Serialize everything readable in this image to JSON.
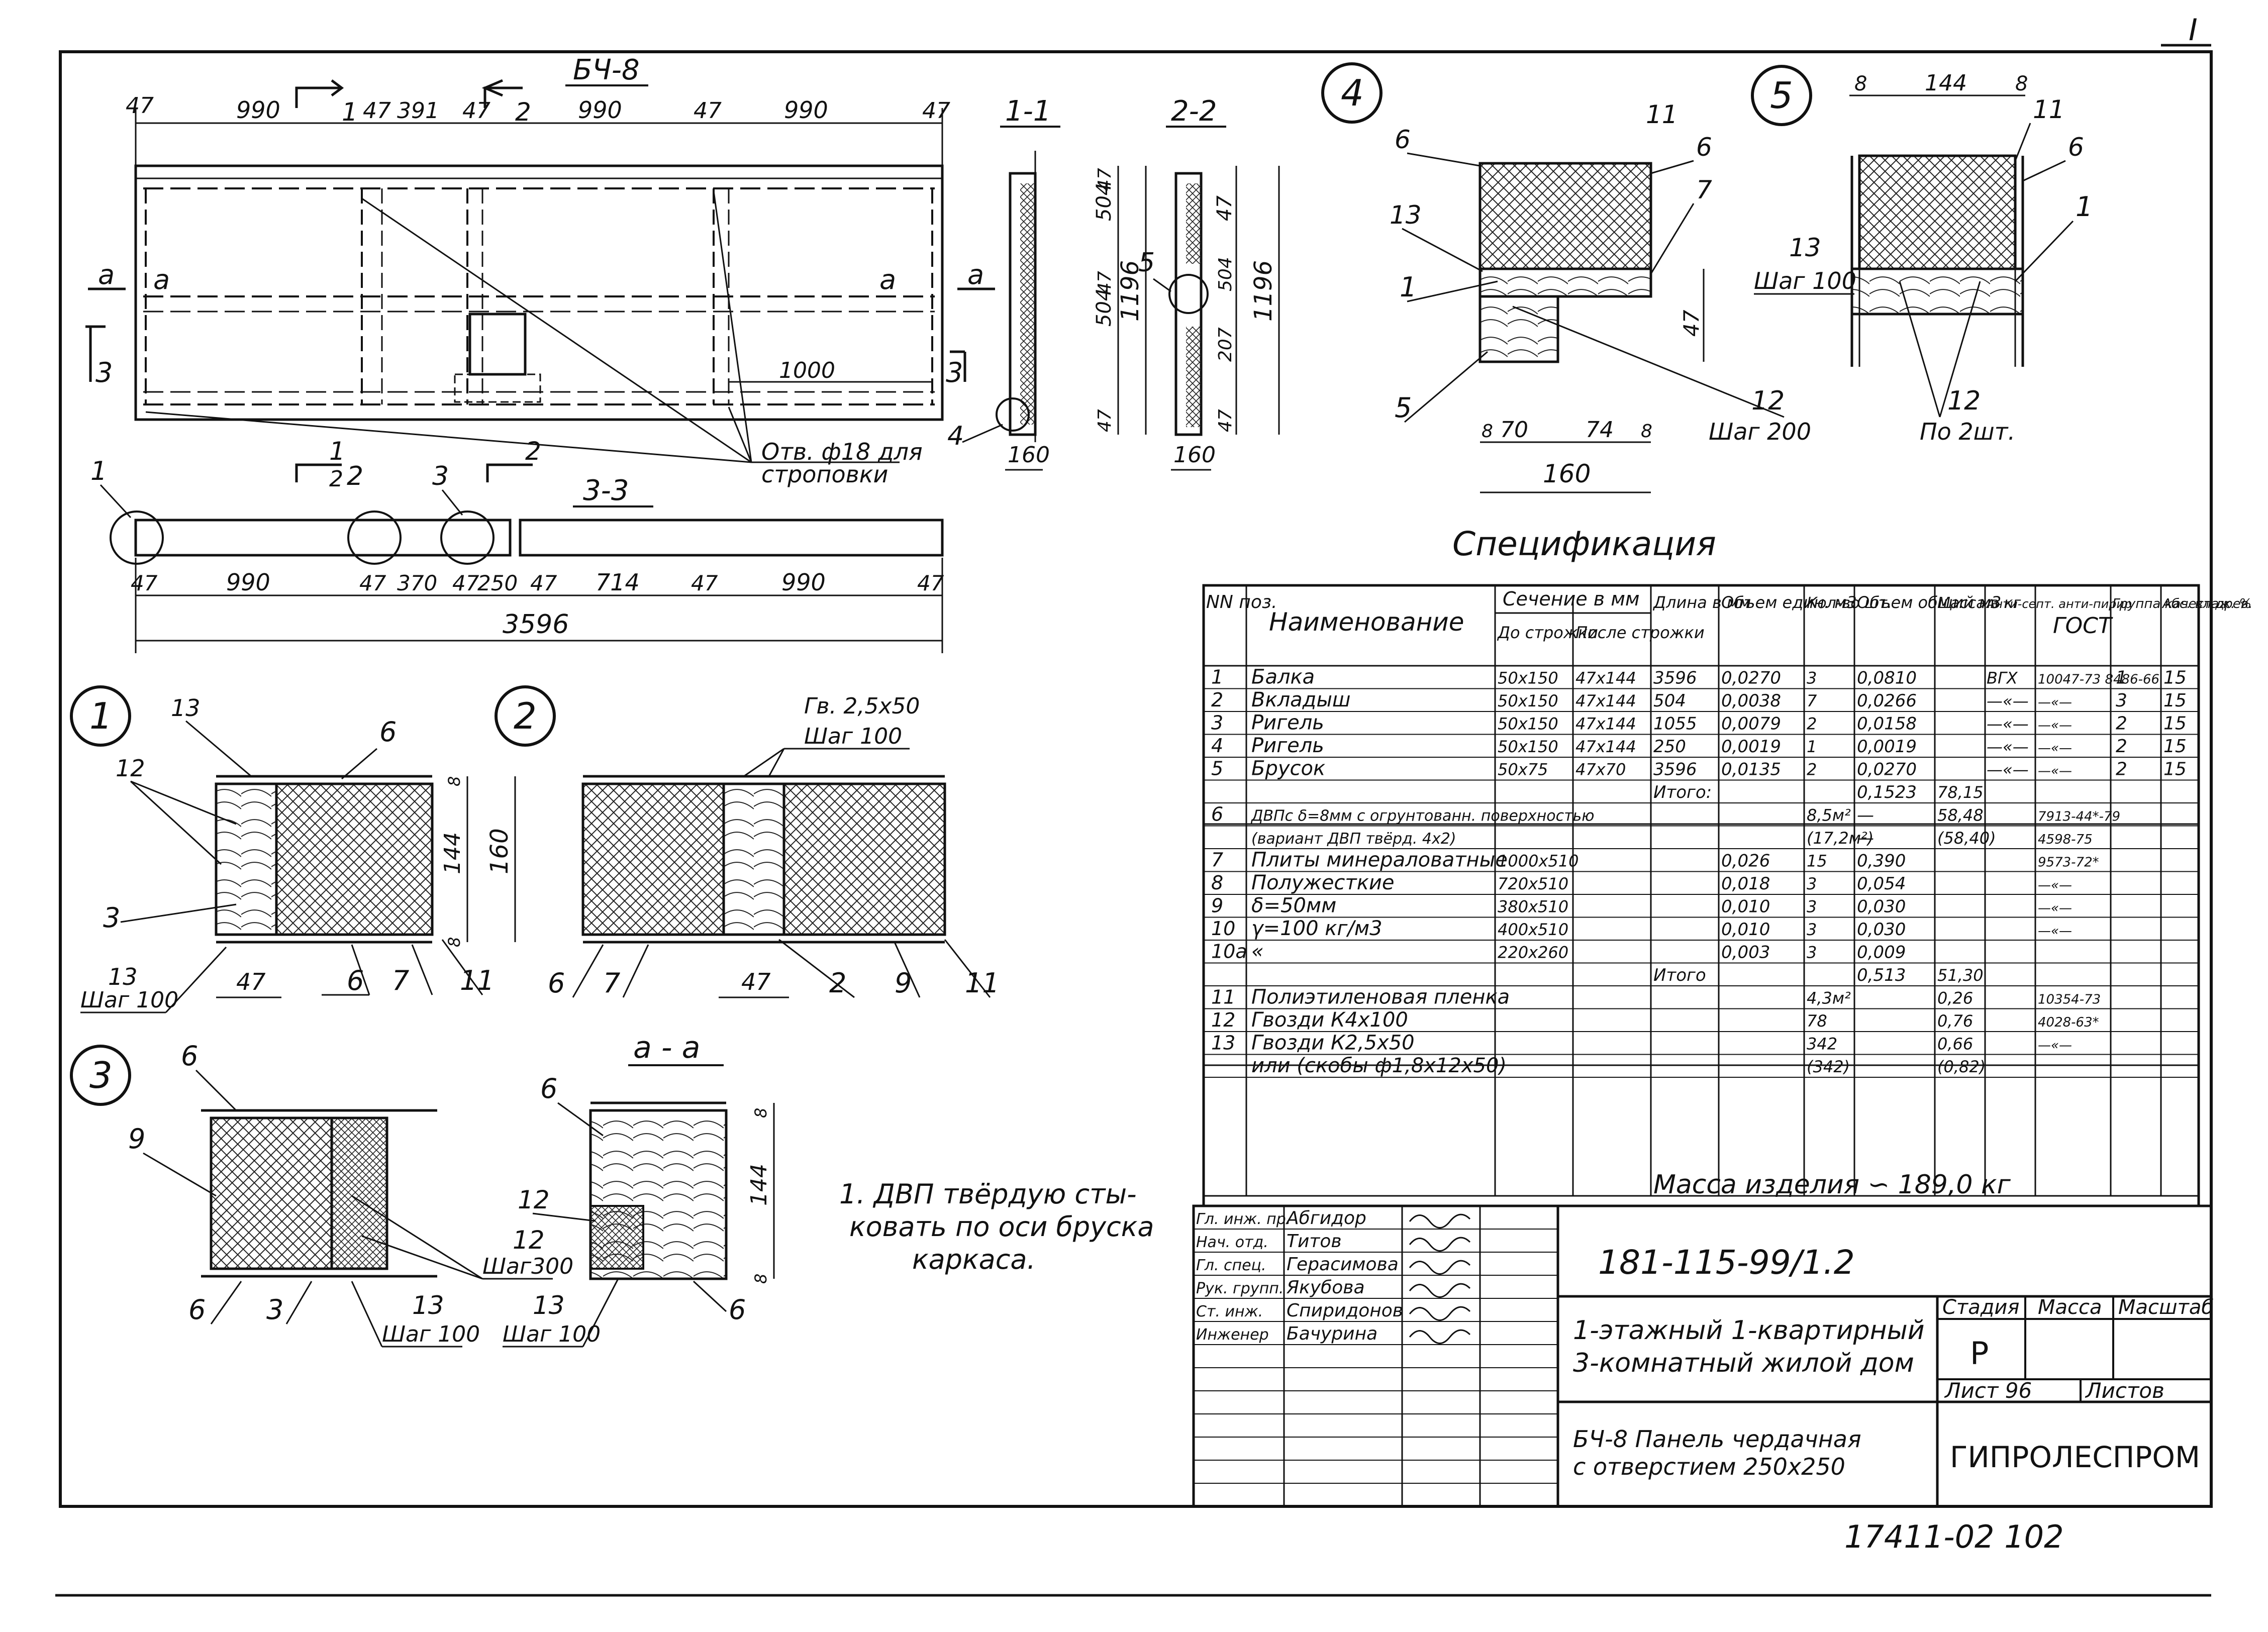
{
  "sheet": {
    "corner_mark": "I",
    "archive_number": "17411-02  102"
  },
  "elevation": {
    "title": "БЧ-8",
    "top_dims": [
      "47",
      "990",
      "47",
      "391",
      "47",
      "990",
      "47",
      "990",
      "47"
    ],
    "cut_marks": [
      "1",
      "2",
      "3",
      "а",
      "а",
      "3"
    ],
    "inner_dim": "1000",
    "hole_note_1": "Отв. ф18 для",
    "hole_note_2": "строповки",
    "cut_1_label": "1",
    "cut_1_sub": "2",
    "cut_2_label": "2",
    "callout_left": "1",
    "callout_mid": "2",
    "callout_right": "3"
  },
  "section_33": {
    "title": "3-3",
    "bottom_dims": [
      "47",
      "990",
      "47",
      "370",
      "47",
      "250",
      "47",
      "714",
      "47",
      "990",
      "47"
    ],
    "total": "3596"
  },
  "section_11": {
    "title": "1-1",
    "dims": [
      "47",
      "504",
      "47",
      "504",
      "47",
      "47"
    ],
    "total": "1196",
    "width": "160",
    "callout": "4"
  },
  "section_22": {
    "title": "2-2",
    "dims": [
      "47",
      "504",
      "47",
      "47",
      "207",
      "47",
      "47"
    ],
    "total": "1196",
    "width": "160",
    "callout": "5"
  },
  "detail_4": {
    "badge": "4",
    "labels": [
      "11",
      "6",
      "6",
      "7",
      "13",
      "1",
      "5",
      "12"
    ],
    "step": "Шаг 200",
    "dims": [
      "8",
      "70",
      "74",
      "8"
    ],
    "width": "160",
    "height": "47"
  },
  "detail_5": {
    "badge": "5",
    "top_dims": [
      "8",
      "144",
      "8"
    ],
    "labels": [
      "11",
      "6",
      "1",
      "13",
      "12"
    ],
    "step": "Шаг 100",
    "bottom_note": "По 2шт."
  },
  "detail_1": {
    "badge": "1",
    "labels": [
      "13",
      "12",
      "6",
      "3",
      "13",
      "6",
      "7",
      "11"
    ],
    "step": "Шаг 100",
    "dims": [
      "144",
      "160",
      "47",
      "8",
      "8"
    ]
  },
  "detail_2": {
    "badge": "2",
    "nail_note": "Гв. 2,5х50",
    "step": "Шаг 100",
    "labels": [
      "6",
      "7",
      "47",
      "2",
      "9",
      "11"
    ]
  },
  "detail_3": {
    "badge": "3",
    "labels": [
      "6",
      "9",
      "12",
      "6",
      "3",
      "13"
    ],
    "step_a": "Шаг300",
    "step_b": "Шаг 100"
  },
  "detail_aa": {
    "title": "а - а",
    "labels": [
      "6",
      "12",
      "13",
      "6"
    ],
    "step": "Шаг 100",
    "dims": [
      "8",
      "144",
      "8"
    ]
  },
  "note": {
    "line1": "1. ДВП твёрдую сты-",
    "line2": "ковать по оси бруска",
    "line3": "каркаса."
  },
  "spec": {
    "title": "Спецификация",
    "headers": {
      "pos": "NN поз.",
      "name": "Наименование",
      "section": "Сечение в мм",
      "before": "До строжки",
      "after": "После строжки",
      "length": "Длина в мм",
      "unit_vol": "Объем един. м3",
      "qty": "Кол-во шт.",
      "total_vol": "Объем общий м3",
      "mass": "Масса в кг",
      "antisept": "Анти-септ. анти-пирир",
      "gost": "ГОСТ",
      "group": "Группа качест древ.",
      "moist": "Абс. влаж. %"
    },
    "rows": [
      [
        "1",
        "Балка",
        "50х150",
        "47х144",
        "3596",
        "0,0270",
        "3",
        "0,0810",
        "",
        "ВГХ",
        "10047-73 8486-66",
        "1",
        "15"
      ],
      [
        "2",
        "Вкладыш",
        "50х150",
        "47х144",
        "504",
        "0,0038",
        "7",
        "0,0266",
        "",
        "—«—",
        "—«—",
        "3",
        "15"
      ],
      [
        "3",
        "Ригель",
        "50х150",
        "47х144",
        "1055",
        "0,0079",
        "2",
        "0,0158",
        "",
        "—«—",
        "—«—",
        "2",
        "15"
      ],
      [
        "4",
        "Ригель",
        "50х150",
        "47х144",
        "250",
        "0,0019",
        "1",
        "0,0019",
        "",
        "—«—",
        "—«—",
        "2",
        "15"
      ],
      [
        "5",
        "Брусок",
        "50х75",
        "47х70",
        "3596",
        "0,0135",
        "2",
        "0,0270",
        "",
        "—«—",
        "—«—",
        "2",
        "15"
      ],
      [
        "",
        "",
        "",
        "",
        "Итого:",
        "",
        "",
        "0,1523",
        "78,15",
        "",
        "",
        "",
        ""
      ],
      [
        "6",
        "ДВПс δ=8мм с огрунтованн. поверхностью",
        "",
        "",
        "",
        "",
        "8,5м²",
        "—",
        "58,48",
        "",
        "7913-44*-79",
        "",
        ""
      ],
      [
        "",
        "(вариант ДВП твёрд. 4х2)",
        "",
        "",
        "",
        "",
        "(17,2м²)",
        "—",
        "(58,40)",
        "",
        "4598-75",
        "",
        ""
      ],
      [
        "7",
        "Плиты минераловатные",
        "1000х510",
        "",
        "",
        "0,026",
        "15",
        "0,390",
        "",
        "",
        "9573-72*",
        "",
        ""
      ],
      [
        "8",
        "Полужесткие",
        "720х510",
        "",
        "",
        "0,018",
        "3",
        "0,054",
        "",
        "",
        "—«—",
        "",
        ""
      ],
      [
        "9",
        "δ=50мм",
        "380х510",
        "",
        "",
        "0,010",
        "3",
        "0,030",
        "",
        "",
        "—«—",
        "",
        ""
      ],
      [
        "10",
        "γ=100 кг/м3",
        "400х510",
        "",
        "",
        "0,010",
        "3",
        "0,030",
        "",
        "",
        "—«—",
        "",
        ""
      ],
      [
        "10а",
        "«",
        "220х260",
        "",
        "",
        "0,003",
        "3",
        "0,009",
        "",
        "",
        "",
        "",
        ""
      ],
      [
        "",
        "",
        "",
        "",
        "Итого",
        "",
        "",
        "0,513",
        "51,30",
        "",
        "",
        "",
        ""
      ],
      [
        "11",
        "Полиэтиленовая пленка",
        "",
        "",
        "",
        "",
        "4,3м²",
        "",
        "0,26",
        "",
        "10354-73",
        "",
        ""
      ],
      [
        "12",
        "Гвозди К4х100",
        "",
        "",
        "",
        "",
        "78",
        "",
        "0,76",
        "",
        "4028-63*",
        "",
        ""
      ],
      [
        "13",
        "Гвозди К2,5х50",
        "",
        "",
        "",
        "",
        "342",
        "",
        "0,66",
        "",
        "—«—",
        "",
        ""
      ],
      [
        "",
        "или (скобы ф1,8х12х50)",
        "",
        "",
        "",
        "",
        "(342)",
        "",
        "(0,82)",
        "",
        "",
        "",
        ""
      ]
    ],
    "total_mass": "Масса изделия ∽ 189,0 кг"
  },
  "title_block": {
    "staff": [
      [
        "Гл. инж. пр.",
        "Абгидор"
      ],
      [
        "Нач. отд.",
        "Титов"
      ],
      [
        "Гл. спец.",
        "Герасимова"
      ],
      [
        "Рук. групп.",
        "Якубова"
      ],
      [
        "Ст. инж.",
        "Спиридонов"
      ],
      [
        "Инженер",
        "Бачурина"
      ]
    ],
    "doc_code": "181-115-99/1.2",
    "project_1": "1-этажный 1-квартирный",
    "project_2": "3-комнатный жилой дом",
    "stage_h": "Стадия",
    "mass_h": "Масса",
    "scale_h": "Масштаб",
    "stage": "Р",
    "sheet": "Лист 96",
    "sheets": "Листов",
    "item_1": "БЧ-8 Панель чердачная",
    "item_2": "с отверстием 250х250",
    "org": "ГИПРОЛЕСПРОМ"
  }
}
